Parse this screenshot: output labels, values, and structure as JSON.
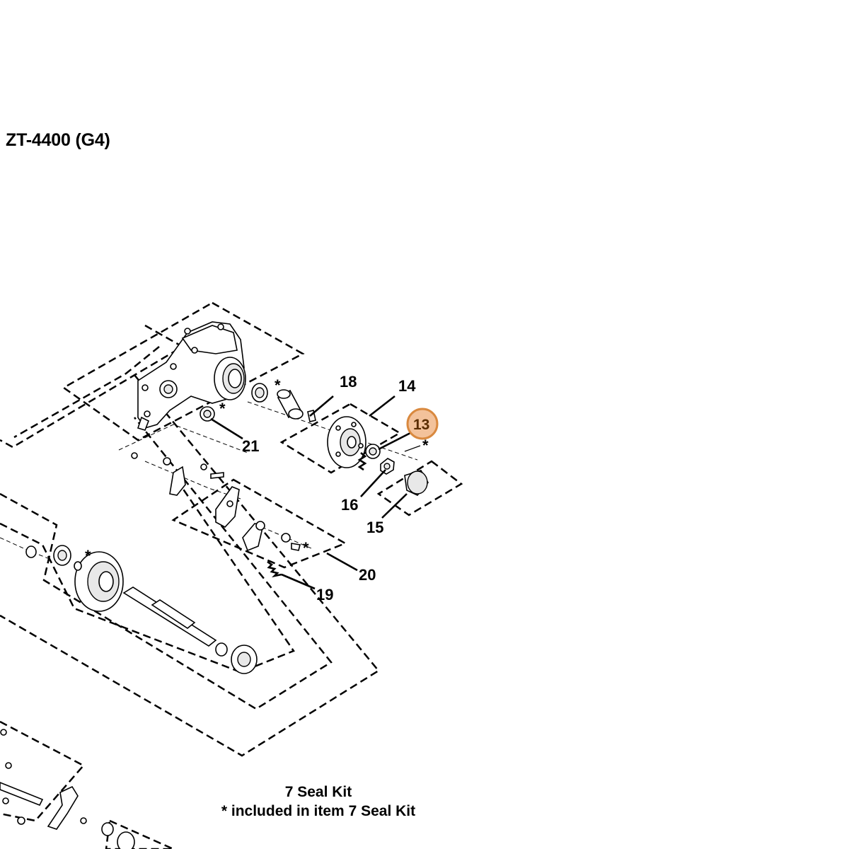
{
  "title": "ZT-4400 (G4)",
  "callouts": [
    {
      "id": "c13",
      "label": "13",
      "highlighted": true
    },
    {
      "id": "c14",
      "label": "14"
    },
    {
      "id": "c15",
      "label": "15"
    },
    {
      "id": "c16",
      "label": "16"
    },
    {
      "id": "c18",
      "label": "18"
    },
    {
      "id": "c19",
      "label": "19"
    },
    {
      "id": "c20",
      "label": "20"
    },
    {
      "id": "c21",
      "label": "21"
    }
  ],
  "markers": {
    "star": "*"
  },
  "legend": {
    "line1": "7 Seal Kit",
    "line2": "* included in item 7 Seal Kit"
  },
  "colors": {
    "highlight_fill": "#f3c29b",
    "highlight_stroke": "#d9893f",
    "line": "#000000"
  }
}
